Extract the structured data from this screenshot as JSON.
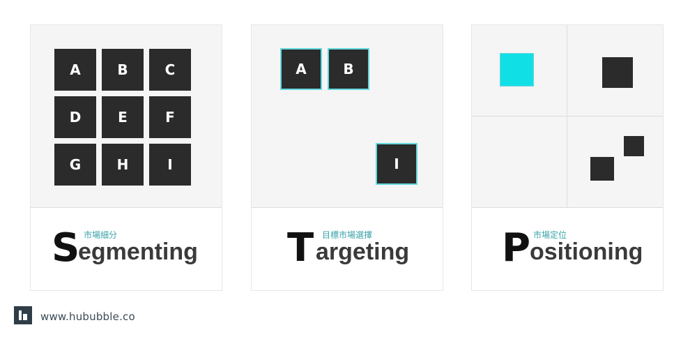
{
  "cards": [
    {
      "letter": "S",
      "rest": "egmenting",
      "subtitle": "市場細分",
      "tiles": [
        "A",
        "B",
        "C",
        "D",
        "E",
        "F",
        "G",
        "H",
        "I"
      ]
    },
    {
      "letter": "T",
      "rest": "argeting",
      "subtitle": "目標市場選擇",
      "tiles": [
        "A",
        "B",
        "I"
      ]
    },
    {
      "letter": "P",
      "rest": "ositioning",
      "subtitle": "市場定位"
    }
  ],
  "colors": {
    "tile": "#2b2b2b",
    "highlight": "#10e0e6",
    "subtitle": "#3aa3a8"
  },
  "footer": {
    "url": "www.hububble.co",
    "logo_icon": "hububble-logo-icon"
  }
}
